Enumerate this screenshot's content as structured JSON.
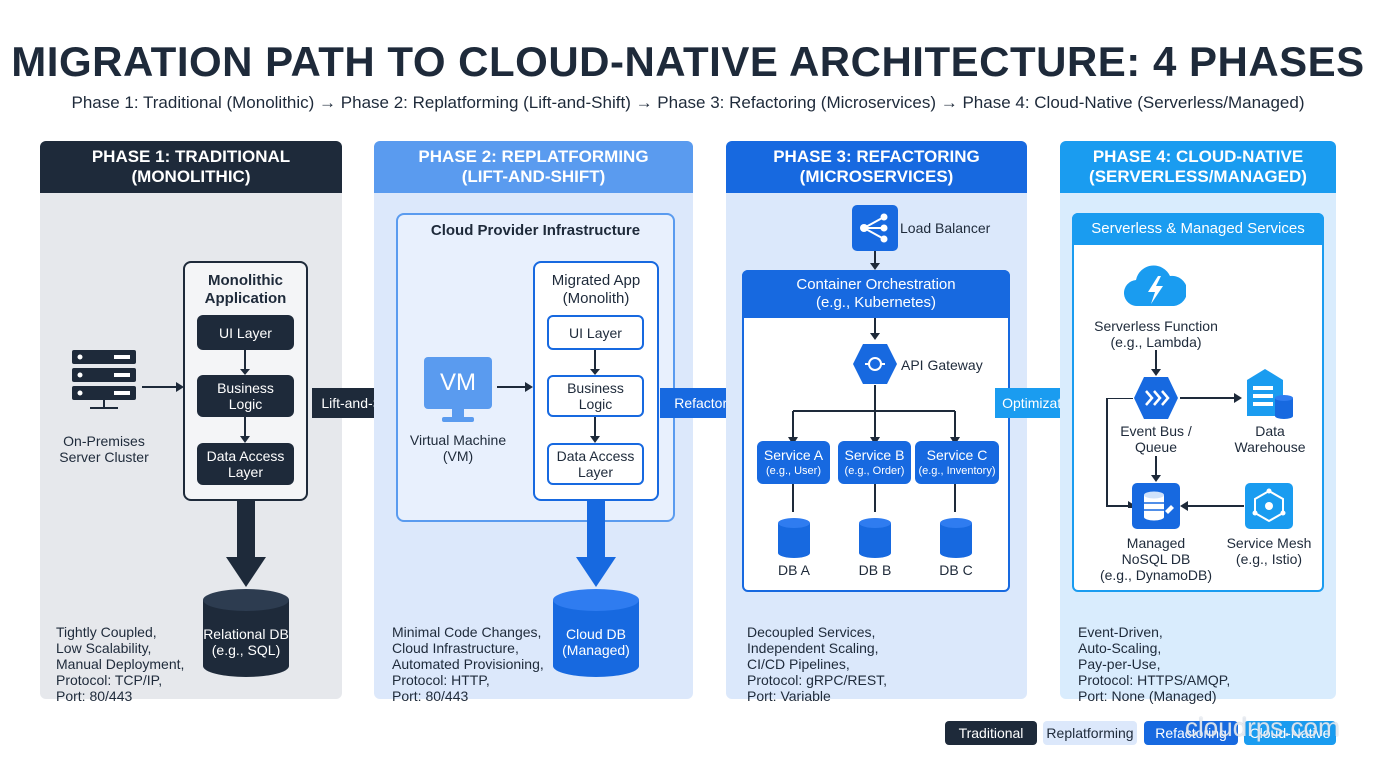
{
  "title": "MIGRATION PATH TO CLOUD-NATIVE ARCHITECTURE: 4 PHASES",
  "subtitle": "Phase 1: Traditional (Monolithic) → Phase 2: Replatforming (Lift-and-Shift) → Phase 3: Refactoring (Microservices) → Phase 4: Cloud-Native (Serverless/Managed)",
  "phase1": {
    "header_line1": "PHASE 1: TRADITIONAL",
    "header_line2": "(MONOLITHIC)",
    "server_label1": "On-Premises",
    "server_label2": "Server Cluster",
    "app_title1": "Monolithic",
    "app_title2": "Application",
    "layer_ui": "UI Layer",
    "layer_biz1": "Business",
    "layer_biz2": "Logic",
    "layer_data1": "Data Access",
    "layer_data2": "Layer",
    "db1": "Relational DB",
    "db2": "(e.g., SQL)",
    "notes": [
      "Tightly Coupled,",
      "Low Scalability,",
      "Manual Deployment,",
      "Protocol: TCP/IP,",
      "Port: 80/443"
    ]
  },
  "arrow12": "Lift-and-Shift",
  "phase2": {
    "header_line1": "PHASE 2: REPLATFORMING",
    "header_line2": "(LIFT-AND-SHIFT)",
    "infra_title": "Cloud Provider Infrastructure",
    "vm_icon_text": "VM",
    "vm_label1": "Virtual Machine",
    "vm_label2": "(VM)",
    "app_title1": "Migrated App",
    "app_title2": "(Monolith)",
    "layer_ui": "UI Layer",
    "layer_biz1": "Business",
    "layer_biz2": "Logic",
    "layer_data1": "Data Access",
    "layer_data2": "Layer",
    "db1": "Cloud DB",
    "db2": "(Managed)",
    "notes": [
      "Minimal Code Changes,",
      "Cloud Infrastructure,",
      "Automated Provisioning,",
      "Protocol: HTTP,",
      "Port: 80/443"
    ]
  },
  "arrow23": "Refactoring",
  "phase3": {
    "header_line1": "PHASE 3: REFACTORING",
    "header_line2": "(MICROSERVICES)",
    "load_balancer": "Load Balancer",
    "orch_line1": "Container Orchestration",
    "orch_line2": "(e.g., Kubernetes)",
    "api_gateway": "API Gateway",
    "services": [
      {
        "name": "Service A",
        "sub": "(e.g., User)",
        "db": "DB A"
      },
      {
        "name": "Service B",
        "sub": "(e.g., Order)",
        "db": "DB B"
      },
      {
        "name": "Service C",
        "sub": "(e.g., Inventory)",
        "db": "DB C"
      }
    ],
    "notes": [
      "Decoupled Services,",
      "Independent Scaling,",
      "CI/CD Pipelines,",
      "Protocol: gRPC/REST,",
      "Port: Variable"
    ]
  },
  "arrow34": "Optimization",
  "phase4": {
    "header_line1": "PHASE 4: CLOUD-NATIVE",
    "header_line2": "(SERVERLESS/MANAGED)",
    "services_title": "Serverless & Managed Services",
    "fn1": "Serverless Function",
    "fn2": "(e.g., Lambda)",
    "bus1": "Event Bus /",
    "bus2": "Queue",
    "dw1": "Data",
    "dw2": "Warehouse",
    "nosql1": "Managed",
    "nosql2": "NoSQL DB",
    "nosql3": "(e.g., DynamoDB)",
    "mesh1": "Service Mesh",
    "mesh2": "(e.g., Istio)",
    "notes": [
      "Event-Driven,",
      "Auto-Scaling,",
      "Pay-per-Use,",
      "Protocol: HTTPS/AMQP,",
      "Port: None (Managed)"
    ]
  },
  "legend": [
    "Traditional",
    "Replatforming",
    "Refactoring",
    "Cloud-Native"
  ],
  "watermark": "cloudrps.com",
  "colors": {
    "dark": "#1e2a3a",
    "blue": "#1769e0",
    "lightblue": "#5a9bef",
    "cyan": "#1a9cf0"
  }
}
